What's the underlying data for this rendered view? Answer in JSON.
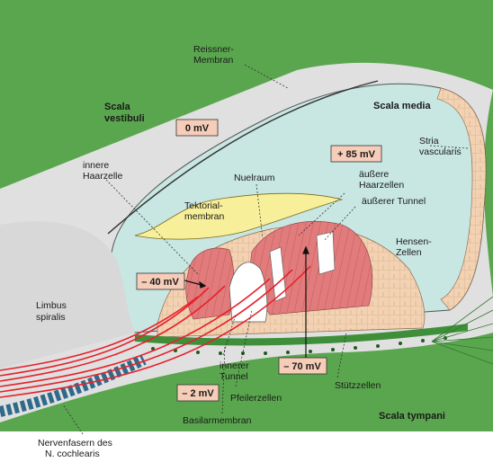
{
  "regions": {
    "scala_vestibuli": [
      "Scala",
      "vestibuli"
    ],
    "scala_media": "Scala media",
    "scala_tympani": "Scala tympani",
    "limbus_spiralis": [
      "Limbus",
      "spiralis"
    ],
    "stria_vascularis": [
      "Stria",
      "vascularis"
    ]
  },
  "labels": {
    "reissner": [
      "Reissner-",
      "Membran"
    ],
    "innere_haarzelle": [
      "innere",
      "Haarzelle"
    ],
    "nuelraum": "Nuelraum",
    "tektorialmembran": [
      "Tektorial-",
      "membran"
    ],
    "aeussere_haarzellen": [
      "äußere",
      "Haarzellen"
    ],
    "aeusserer_tunnel": "äußerer Tunnel",
    "hensen_zellen": [
      "Hensen-",
      "Zellen"
    ],
    "innerer_tunnel": [
      "innerer",
      "Tunnel"
    ],
    "pfeilerzellen": "Pfeilerzellen",
    "stuetzzellen": "Stützzellen",
    "basilarmembran": "Basilarmembran",
    "nervenfasern": [
      "Nervenfasern des",
      "N. cochlearis"
    ]
  },
  "potentials": {
    "vestibuli": "0 mV",
    "media": "+ 85 mV",
    "inner_hair_cell": "– 40 mV",
    "outer_hair_cell": "– 70 mV",
    "tympani": "– 2 mV"
  },
  "colors": {
    "perilymph": "#e0e0e0",
    "endolymph": "#c8e6e2",
    "bone_green": "#5aa64e",
    "tectorial": "#f7ef9a",
    "hair_cells": "#e27b7b",
    "support_cells": "#f2d2b3",
    "nerve": "#e8212c",
    "voltage_box": "#f6cdb8"
  }
}
